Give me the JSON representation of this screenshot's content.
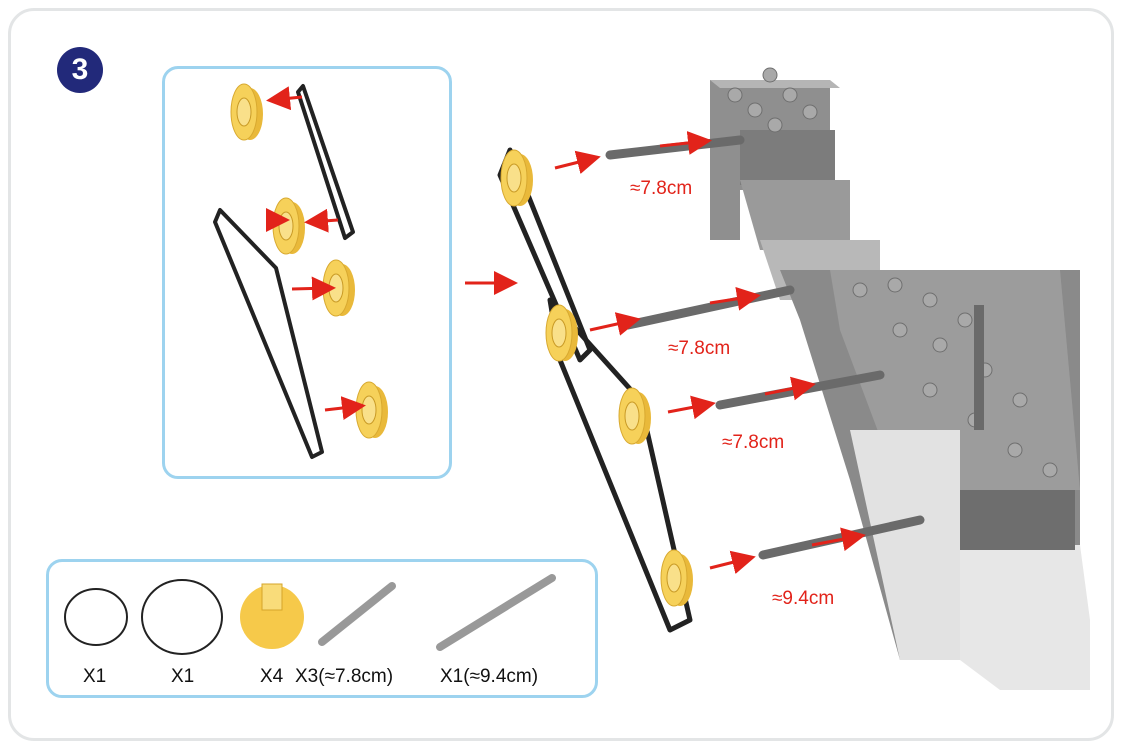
{
  "step_number": "3",
  "measurements": [
    "≈7.8cm",
    "≈7.8cm",
    "≈7.8cm",
    "≈9.4cm"
  ],
  "parts": [
    {
      "icon": "small-belt-icon",
      "qty": "X1"
    },
    {
      "icon": "large-belt-icon",
      "qty": "X1"
    },
    {
      "icon": "pulley-icon",
      "qty": "X4"
    },
    {
      "icon": "short-axle-icon",
      "qty": "X3(≈7.8cm)"
    },
    {
      "icon": "long-axle-icon",
      "qty": "X1(≈9.4cm)"
    }
  ],
  "colors": {
    "arrow": "#e2231a",
    "badge": "#22297a",
    "border": "#9dd3ef",
    "pulley": "#f6d15a"
  }
}
